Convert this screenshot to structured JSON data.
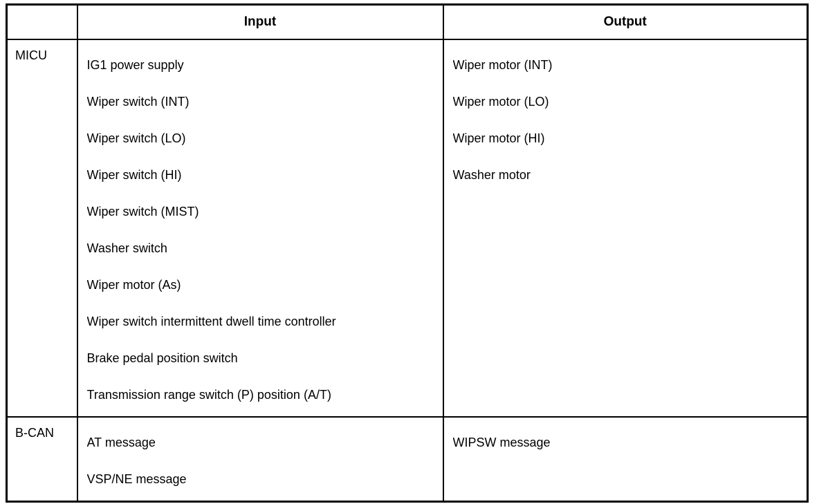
{
  "table": {
    "headers": {
      "source": "",
      "input": "Input",
      "output": "Output"
    },
    "rows": [
      {
        "label": "MICU",
        "inputs": [
          "IG1 power supply",
          "Wiper switch (INT)",
          "Wiper switch (LO)",
          "Wiper switch (HI)",
          "Wiper switch (MIST)",
          "Washer switch",
          "Wiper motor (As)",
          "Wiper switch intermittent dwell time controller",
          "Brake pedal position switch",
          "Transmission range switch (P) position (A/T)"
        ],
        "outputs": [
          "Wiper motor (INT)",
          "Wiper motor (LO)",
          "Wiper motor (HI)",
          "Washer motor"
        ]
      },
      {
        "label": "B-CAN",
        "inputs": [
          "AT message",
          "VSP/NE message"
        ],
        "outputs": [
          "WIPSW message"
        ]
      }
    ]
  },
  "colors": {
    "border": "#000000",
    "background": "#ffffff",
    "text": "#000000"
  }
}
